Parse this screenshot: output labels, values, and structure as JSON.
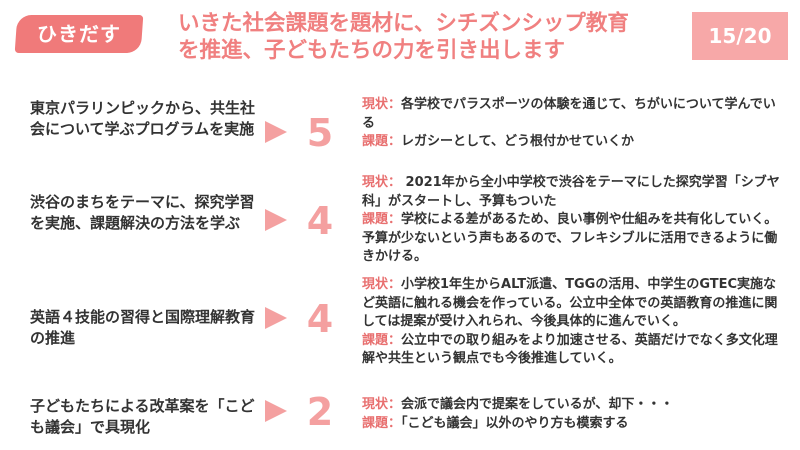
{
  "header": {
    "badge": "ひきだす",
    "title_line1": "いきた社会課題を題材に、シチズンシップ教育",
    "title_line2": "を推進、子どもたちの力を引き出します",
    "page": "15/20"
  },
  "colors": {
    "accent": "#f07a7a",
    "title": "#f08080",
    "page_box": "#f7a8a8",
    "arrow": "#f4a0a0",
    "tag": "#e87070"
  },
  "items": [
    {
      "label": "東京パラリンピックから、共生社会について学ぶプログラムを実施",
      "score": "5",
      "status_tag": "現状：",
      "status": "各学校でパラスポーツの体験を通じて、ちがいについて学んでいる",
      "issue_tag": "課題：",
      "issue": "レガシーとして、どう根付かせていくか"
    },
    {
      "label": "渋谷のまちをテーマに、探究学習を実施、課題解決の方法を学ぶ",
      "score": "4",
      "status_tag": "現状：",
      "status": " 2021年から全小中学校で渋谷をテーマにした探究学習「シブヤ科」がスタートし、予算もついた",
      "issue_tag": "課題：",
      "issue": "学校による差があるため、良い事例や仕組みを共有化していく。予算が少ないという声もあるので、フレキシブルに活用できるように働きかける。"
    },
    {
      "label": "英語４技能の習得と国際理解教育の推進",
      "score": "4",
      "status_tag": "現状：",
      "status": "小学校1年生からALT派遣、TGGの活用、中学生のGTEC実施など英語に触れる機会を作っている。公立中全体での英語教育の推進に関しては提案が受け入れられ、今後具体的に進んでいく。",
      "issue_tag": "課題：",
      "issue": "公立中での取り組みをより加速させる、英語だけでなく多文化理解や共生という観点でも今後推進していく。"
    },
    {
      "label": "子どもたちによる改革案を「こども議会」で具現化",
      "score": "2",
      "status_tag": "現状：",
      "status": "会派で議会内で提案をしているが、却下・・・",
      "issue_tag": "課題：",
      "issue": "「こども議会」以外のやり方も模索する"
    }
  ]
}
